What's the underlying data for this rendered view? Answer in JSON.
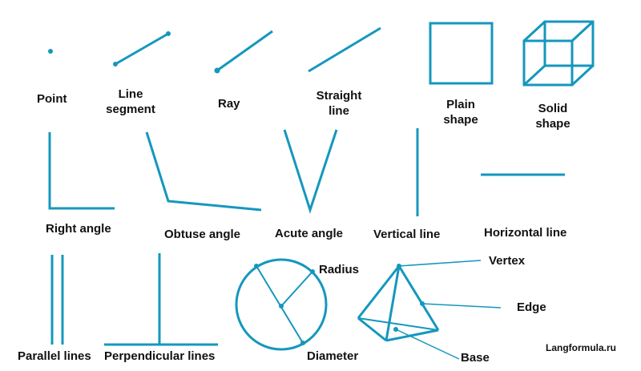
{
  "colors": {
    "stroke": "#1597bd",
    "text": "#111111",
    "background": "#ffffff"
  },
  "labels": {
    "point": "Point",
    "line_segment_1": "Line",
    "line_segment_2": "segment",
    "ray": "Ray",
    "straight_line_1": "Straight",
    "straight_line_2": "line",
    "plain_shape_1": "Plain",
    "plain_shape_2": "shape",
    "solid_shape_1": "Solid",
    "solid_shape_2": "shape",
    "right_angle": "Right angle",
    "obtuse_angle": "Obtuse angle",
    "acute_angle": "Acute angle",
    "vertical_line": "Vertical line",
    "horizontal_line": "Horizontal line",
    "parallel_lines": "Parallel lines",
    "perpendicular_lines": "Perpendicular lines",
    "radius": "Radius",
    "diameter": "Diameter",
    "vertex": "Vertex",
    "edge": "Edge",
    "base": "Base"
  },
  "credit": "Langformula.ru"
}
